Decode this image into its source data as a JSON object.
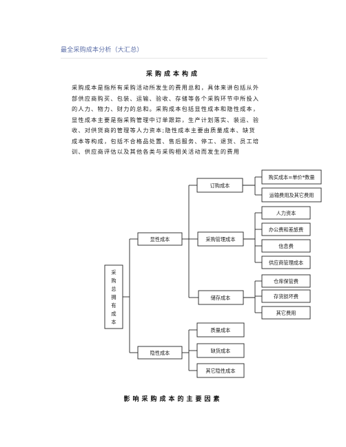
{
  "header": {
    "title": "最全采购成本分析（大汇总）"
  },
  "section1": {
    "title": "采购成本构成",
    "paragraph_lines": [
      "采购成本是指所有采购活动所发生的费用总和，具体来讲包括从外",
      "部供应商购买、包装、运输、验收、存储等各个采购环节中所投入",
      "的人力、物力、财力的总和。采购成本包括显性成本和隐性成本，",
      "显性成本主要是指采购管理中订单跟踪，生产计划落实、装运、验",
      "收、对供货商的管理等人力资本;隐性成本主要由质量成本、缺货",
      "成本等构成，包括不合格品处置、售后服务、停工、退货、员工培",
      "训、供应商评估以及其他各类与采购相关活动而发生的费用"
    ]
  },
  "diagram": {
    "root": [
      "采",
      "购",
      "总",
      "拥",
      "有",
      "成",
      "本"
    ],
    "explicit": "显性成本",
    "implicit": "隐性成本",
    "order_cost": "订购成本",
    "purchase_mgmt": "采购管理成本",
    "storage": "储存成本",
    "purchase_cost": "购买成本=单价*数量",
    "transport": "运输费用及其它费用",
    "labor": "人力资本",
    "office": "办公费和差旅费",
    "info": "信息费",
    "supplier_eval": "供应商管理成本",
    "warehouse": "仓库保管费",
    "inventory_loss": "存货损坏费",
    "other_fee": "其它费用",
    "quality": "质量成本",
    "shortage": "缺货成本",
    "other_hidden": "其它隐性成本"
  },
  "section2": {
    "title": "影响采购成本的主要因素"
  }
}
